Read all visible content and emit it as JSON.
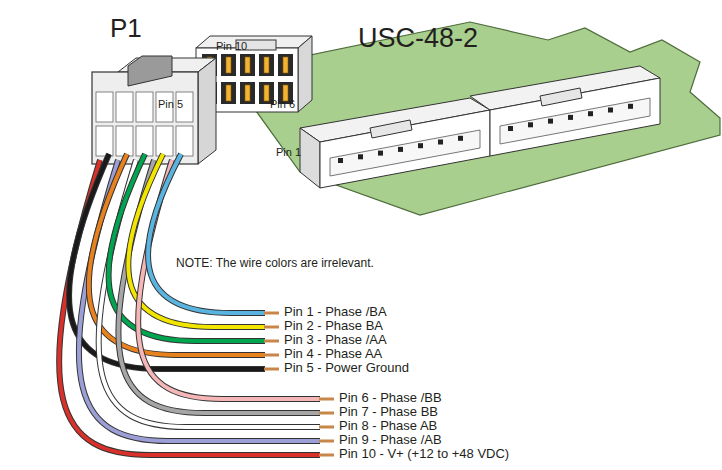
{
  "diagram": {
    "labels": [
      "P1",
      "Pin 10",
      "Pin 5",
      "Pin 6",
      "USC-48-2",
      "Pin 1",
      "NOTE: The wire colors are irrelevant.",
      "Pin 1 - Phase /BA",
      "Pin 2 - Phase BA",
      "Pin 3 - Phase /AA",
      "Pin 4 - Phase AA",
      "Pin 5 - Power Ground",
      "Pin 6 - Phase /BB",
      "Pin 7 - Phase BB",
      "Pin 8 - Phase AB",
      "Pin 9 - Phase /AB",
      "Pin 10 - V+ (+12 to +48 VDC)"
    ]
  }
}
